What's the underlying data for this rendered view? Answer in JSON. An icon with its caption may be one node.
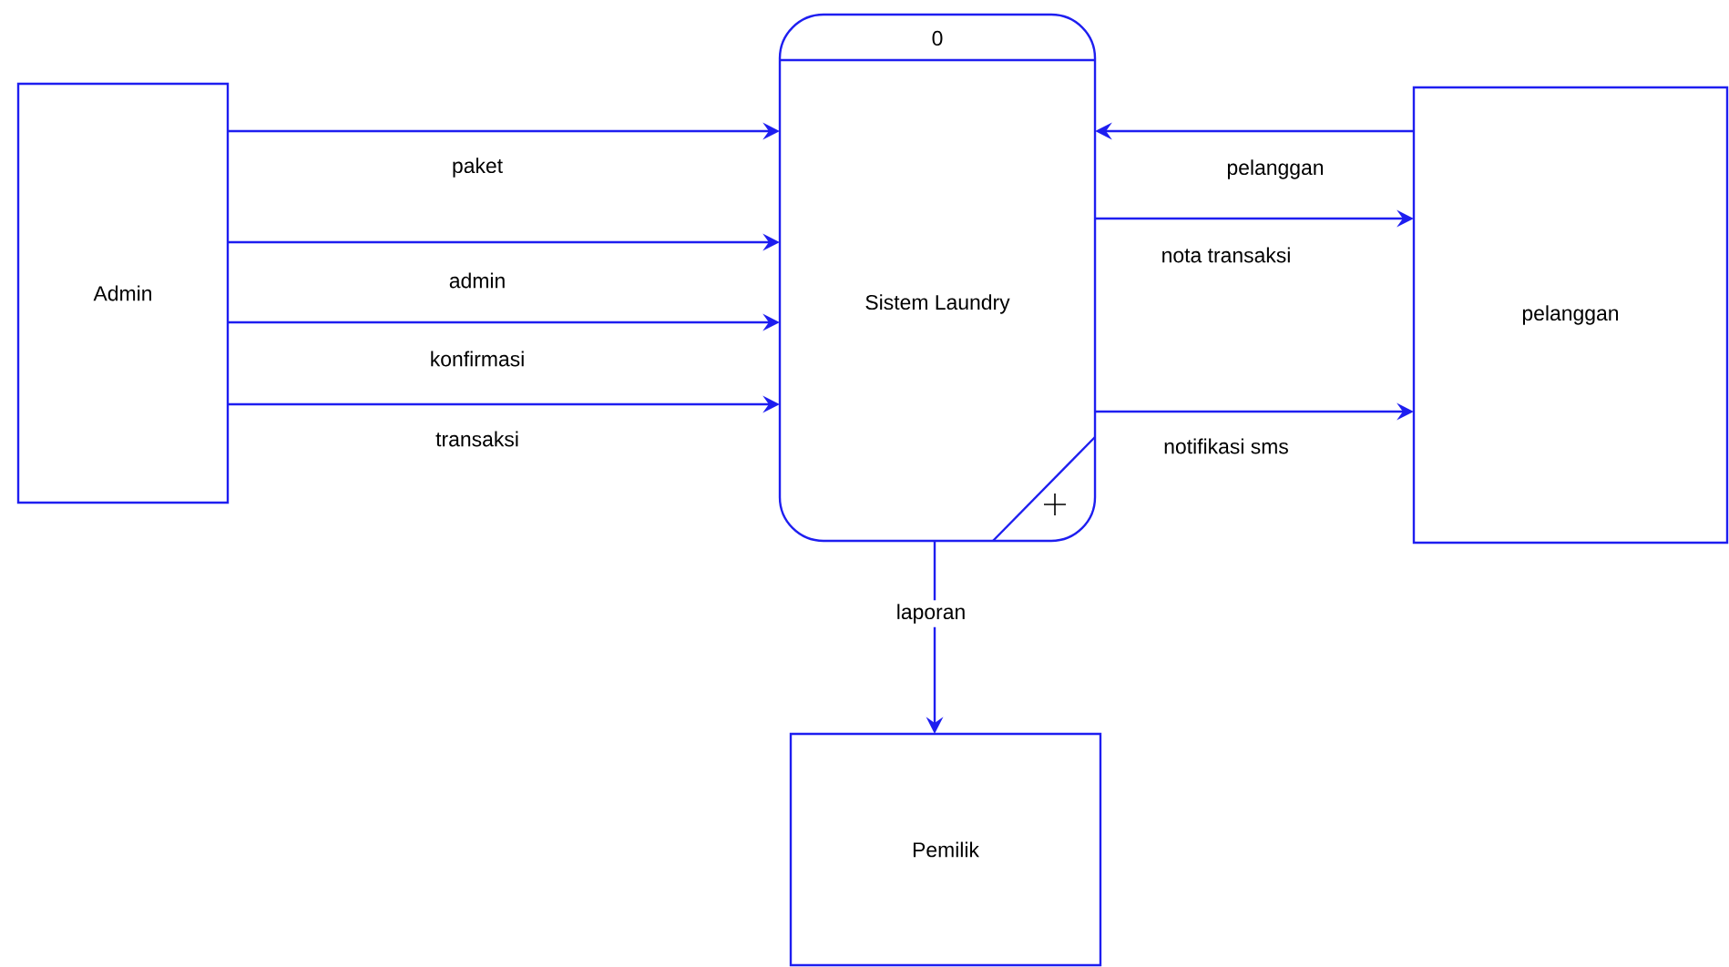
{
  "diagram": {
    "nodes": [
      {
        "text": [
          "Admin"
        ]
      },
      {
        "text": [
          "0",
          "Sistem Laundry"
        ]
      },
      {
        "text": [
          "pelanggan"
        ]
      },
      {
        "text": [
          "Pemilik"
        ]
      }
    ],
    "edges": [
      {
        "from": 0,
        "to": 1,
        "arrow": "to",
        "label": "paket"
      },
      {
        "from": 0,
        "to": 1,
        "arrow": "to",
        "label": "admin"
      },
      {
        "from": 0,
        "to": 1,
        "arrow": "to",
        "label": "konfirmasi"
      },
      {
        "from": 0,
        "to": 1,
        "arrow": "to",
        "label": "transaksi"
      },
      {
        "from": 2,
        "to": 1,
        "arrow": "to",
        "label": "pelanggan"
      },
      {
        "from": 1,
        "to": 2,
        "arrow": "to",
        "label": "nota transaksi"
      },
      {
        "from": 1,
        "to": 2,
        "arrow": "to",
        "label": "notifikasi sms"
      },
      {
        "from": 1,
        "to": 3,
        "arrow": "to",
        "label": "laporan"
      }
    ]
  }
}
